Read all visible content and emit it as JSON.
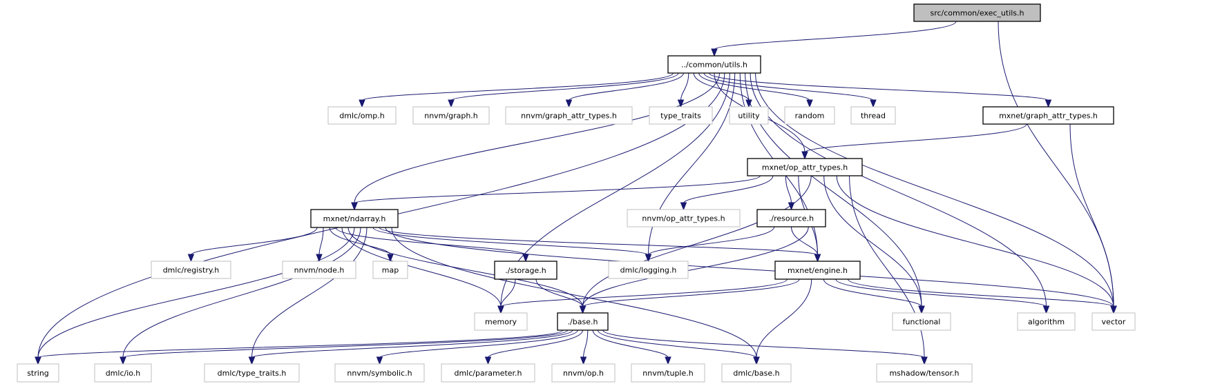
{
  "graph": {
    "type": "include-dependency-graph",
    "colors": {
      "edge": "#191970",
      "root_fill": "#bfbfbf",
      "documented_border": "#000000",
      "external_border": "#bfbfbf"
    },
    "nodes": [
      {
        "id": "exec_utils",
        "label": "src/common/exec_utils.h",
        "kind": "root"
      },
      {
        "id": "utils",
        "label": "../common/utils.h",
        "kind": "documented"
      },
      {
        "id": "dmlc_omp",
        "label": "dmlc/omp.h",
        "kind": "external"
      },
      {
        "id": "nnvm_graph",
        "label": "nnvm/graph.h",
        "kind": "external"
      },
      {
        "id": "nnvm_graph_attr",
        "label": "nnvm/graph_attr_types.h",
        "kind": "external"
      },
      {
        "id": "type_traits",
        "label": "type_traits",
        "kind": "external"
      },
      {
        "id": "utility",
        "label": "utility",
        "kind": "external"
      },
      {
        "id": "random",
        "label": "random",
        "kind": "external"
      },
      {
        "id": "thread",
        "label": "thread",
        "kind": "external"
      },
      {
        "id": "mx_graph_attr",
        "label": "mxnet/graph_attr_types.h",
        "kind": "documented"
      },
      {
        "id": "op_attr",
        "label": "mxnet/op_attr_types.h",
        "kind": "documented"
      },
      {
        "id": "ndarray",
        "label": "mxnet/ndarray.h",
        "kind": "documented"
      },
      {
        "id": "nnvm_op_attr",
        "label": "nnvm/op_attr_types.h",
        "kind": "external"
      },
      {
        "id": "resource",
        "label": "./resource.h",
        "kind": "documented"
      },
      {
        "id": "registry",
        "label": "dmlc/registry.h",
        "kind": "external"
      },
      {
        "id": "node",
        "label": "nnvm/node.h",
        "kind": "external"
      },
      {
        "id": "map",
        "label": "map",
        "kind": "external"
      },
      {
        "id": "storage",
        "label": "./storage.h",
        "kind": "documented"
      },
      {
        "id": "logging",
        "label": "dmlc/logging.h",
        "kind": "external"
      },
      {
        "id": "engine",
        "label": "mxnet/engine.h",
        "kind": "documented"
      },
      {
        "id": "memory",
        "label": "memory",
        "kind": "external"
      },
      {
        "id": "base",
        "label": "./base.h",
        "kind": "documented"
      },
      {
        "id": "functional",
        "label": "functional",
        "kind": "external"
      },
      {
        "id": "algorithm",
        "label": "algorithm",
        "kind": "external"
      },
      {
        "id": "vector",
        "label": "vector",
        "kind": "external"
      },
      {
        "id": "string",
        "label": "string",
        "kind": "external"
      },
      {
        "id": "dmlc_io",
        "label": "dmlc/io.h",
        "kind": "external"
      },
      {
        "id": "dmlc_tt",
        "label": "dmlc/type_traits.h",
        "kind": "external"
      },
      {
        "id": "symbolic",
        "label": "nnvm/symbolic.h",
        "kind": "external"
      },
      {
        "id": "parameter",
        "label": "dmlc/parameter.h",
        "kind": "external"
      },
      {
        "id": "nnvm_op",
        "label": "nnvm/op.h",
        "kind": "external"
      },
      {
        "id": "tuple",
        "label": "nnvm/tuple.h",
        "kind": "external"
      },
      {
        "id": "dmlc_base",
        "label": "dmlc/base.h",
        "kind": "external"
      },
      {
        "id": "tensor",
        "label": "mshadow/tensor.h",
        "kind": "external"
      }
    ],
    "edges": [
      [
        "exec_utils",
        "utils"
      ],
      [
        "exec_utils",
        "vector"
      ],
      [
        "utils",
        "dmlc_omp"
      ],
      [
        "utils",
        "nnvm_graph"
      ],
      [
        "utils",
        "nnvm_graph_attr"
      ],
      [
        "utils",
        "type_traits"
      ],
      [
        "utils",
        "utility"
      ],
      [
        "utils",
        "random"
      ],
      [
        "utils",
        "thread"
      ],
      [
        "utils",
        "mx_graph_attr"
      ],
      [
        "utils",
        "op_attr"
      ],
      [
        "utils",
        "ndarray"
      ],
      [
        "utils",
        "string"
      ],
      [
        "utils",
        "memory"
      ],
      [
        "utils",
        "logging"
      ],
      [
        "utils",
        "engine"
      ],
      [
        "utils",
        "functional"
      ],
      [
        "utils",
        "algorithm"
      ],
      [
        "utils",
        "vector"
      ],
      [
        "mx_graph_attr",
        "op_attr"
      ],
      [
        "mx_graph_attr",
        "vector"
      ],
      [
        "op_attr",
        "ndarray"
      ],
      [
        "op_attr",
        "nnvm_op_attr"
      ],
      [
        "op_attr",
        "resource"
      ],
      [
        "op_attr",
        "engine"
      ],
      [
        "op_attr",
        "base"
      ],
      [
        "op_attr",
        "functional"
      ],
      [
        "op_attr",
        "vector"
      ],
      [
        "op_attr",
        "tensor"
      ],
      [
        "ndarray",
        "registry"
      ],
      [
        "ndarray",
        "node"
      ],
      [
        "ndarray",
        "map"
      ],
      [
        "ndarray",
        "storage"
      ],
      [
        "ndarray",
        "memory"
      ],
      [
        "ndarray",
        "base"
      ],
      [
        "ndarray",
        "string"
      ],
      [
        "ndarray",
        "dmlc_io"
      ],
      [
        "ndarray",
        "dmlc_tt"
      ],
      [
        "ndarray",
        "logging"
      ],
      [
        "ndarray",
        "engine"
      ],
      [
        "ndarray",
        "vector"
      ],
      [
        "ndarray",
        "dmlc_base"
      ],
      [
        "resource",
        "logging"
      ],
      [
        "resource",
        "engine"
      ],
      [
        "resource",
        "base"
      ],
      [
        "storage",
        "memory"
      ],
      [
        "storage",
        "base"
      ],
      [
        "engine",
        "memory"
      ],
      [
        "engine",
        "base"
      ],
      [
        "engine",
        "dmlc_base"
      ],
      [
        "engine",
        "functional"
      ],
      [
        "engine",
        "algorithm"
      ],
      [
        "engine",
        "vector"
      ],
      [
        "base",
        "string"
      ],
      [
        "base",
        "dmlc_io"
      ],
      [
        "base",
        "dmlc_tt"
      ],
      [
        "base",
        "symbolic"
      ],
      [
        "base",
        "parameter"
      ],
      [
        "base",
        "nnvm_op"
      ],
      [
        "base",
        "tuple"
      ],
      [
        "base",
        "dmlc_base"
      ],
      [
        "base",
        "tensor"
      ]
    ]
  }
}
